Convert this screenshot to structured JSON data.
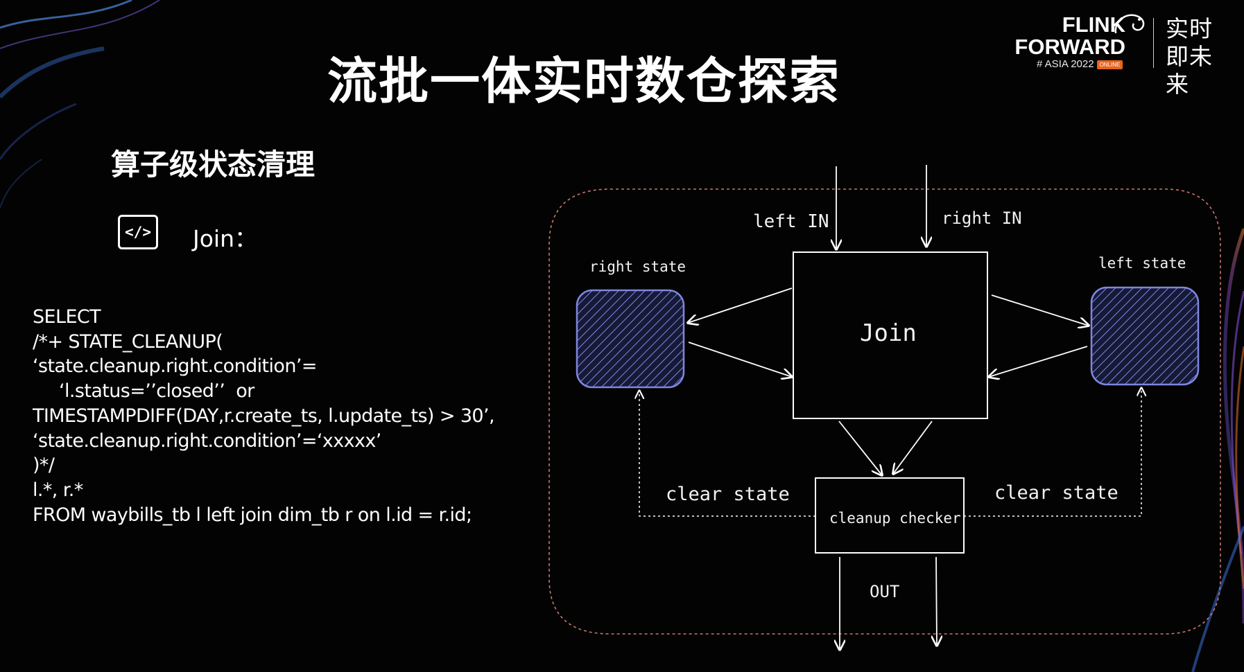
{
  "title": "流批一体实时数仓探索",
  "logo": {
    "line1": "FLINK",
    "line2": "FORWARD",
    "sub": "# ASIA 2022",
    "badge": "ONLINE",
    "cn": "实时即未来"
  },
  "section": {
    "heading": "算子级状态清理",
    "icon": "code-icon",
    "icon_glyph": "</>",
    "label": "Join："
  },
  "sql": {
    "lines": [
      "SELECT",
      "/*+ STATE_CLEANUP(",
      "‘state.cleanup.right.condition’=",
      "‘l.status=’’closed’’  or",
      "TIMESTAMPDIFF(DAY,r.create_ts, l.update_ts) > 30’,",
      "‘state.cleanup.right.condition’=‘xxxxx’",
      ")*/",
      "l.*, r.*",
      "FROM waybills_tb l left join dim_tb r on l.id = r.id;"
    ]
  },
  "diagram": {
    "left_in": "left IN",
    "right_in": "right IN",
    "right_state": "right state",
    "left_state": "left state",
    "join": "Join",
    "clear_state_left": "clear state",
    "clear_state_right": "clear state",
    "cleanup_checker": "cleanup checker",
    "out": "OUT",
    "colors": {
      "state_box_stroke": "#7f86e0",
      "state_box_fill": "#1a1d3a",
      "boundary": "#c9786f",
      "lines": "#ffffff"
    }
  }
}
